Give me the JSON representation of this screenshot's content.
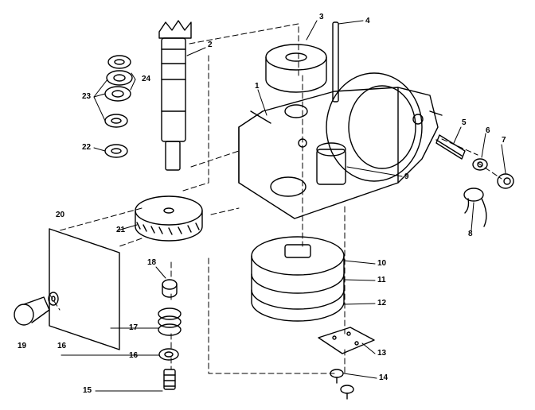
{
  "diagram": {
    "type": "exploded-parts-diagram",
    "line_color": "#000000",
    "background": "#ffffff",
    "callouts": {
      "c1": "1",
      "c2": "2",
      "c3": "3",
      "c4": "4",
      "c5": "5",
      "c6": "6",
      "c7": "7",
      "c8": "8",
      "c9": "9",
      "c10": "10",
      "c11": "11",
      "c12": "12",
      "c13": "13",
      "c14": "14",
      "c15": "15",
      "c16a": "16",
      "c16b": "16",
      "c17": "17",
      "c18": "18",
      "c19": "19",
      "c20": "20",
      "c21": "21",
      "c22": "22",
      "c23": "23",
      "c24": "24"
    }
  }
}
